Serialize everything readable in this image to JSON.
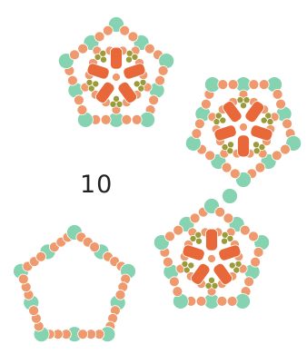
{
  "step_label": "10",
  "colors": {
    "large_bead": "#86d3b1",
    "small_bead": "#ef9a6e",
    "seed_bead": "#9b9b3a",
    "petal_bead": "#e8683a",
    "bead_outline": "#ffffff",
    "background": "#ffffff"
  },
  "motifs": [
    {
      "name": "motif-top-left",
      "kind": "completed-flower"
    },
    {
      "name": "motif-right",
      "kind": "completed-flower"
    },
    {
      "name": "motif-bottom-right",
      "kind": "completed-flower"
    },
    {
      "name": "motif-bottom-left",
      "kind": "outer-ring-only"
    }
  ],
  "connectors": [
    {
      "name": "joining-bead-right-to-bottom",
      "kind": "large-bead"
    }
  ]
}
